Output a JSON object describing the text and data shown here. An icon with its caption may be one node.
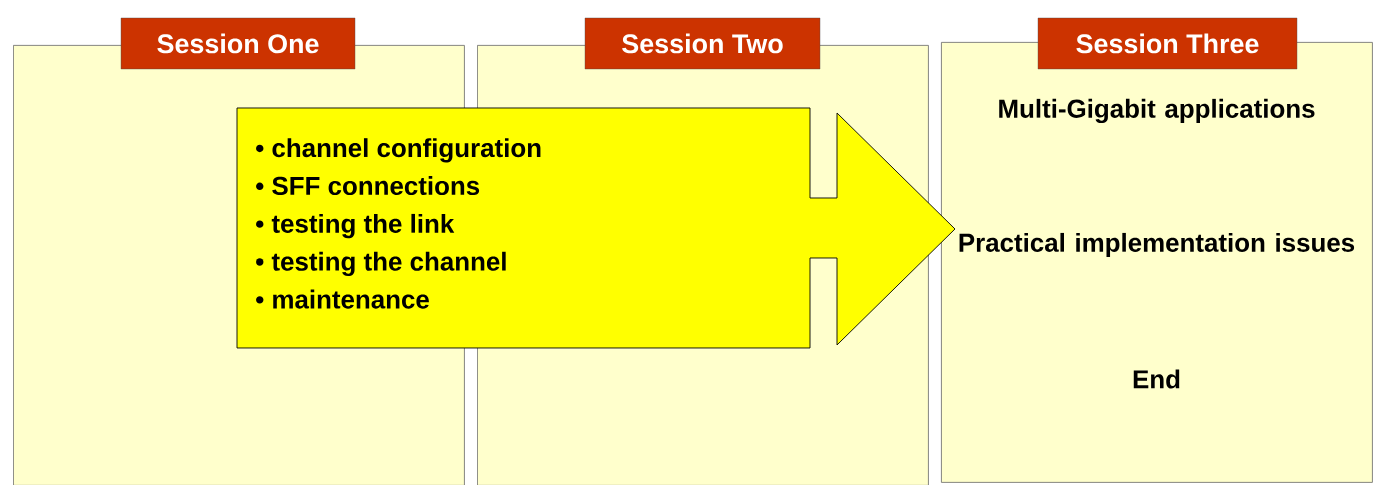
{
  "diagram": {
    "nodes": [
      {
        "text": [
          "Session One"
        ]
      },
      {
        "text": [
          "Session Two"
        ]
      },
      {
        "text": [
          "Session Three",
          "Multi-Gigabit applications",
          "Practical implementation issues",
          "End"
        ]
      },
      {
        "text": [
          "• channel configuration",
          "• SFF connections",
          "• testing the link",
          "• testing the channel",
          "• maintenance"
        ]
      }
    ]
  }
}
